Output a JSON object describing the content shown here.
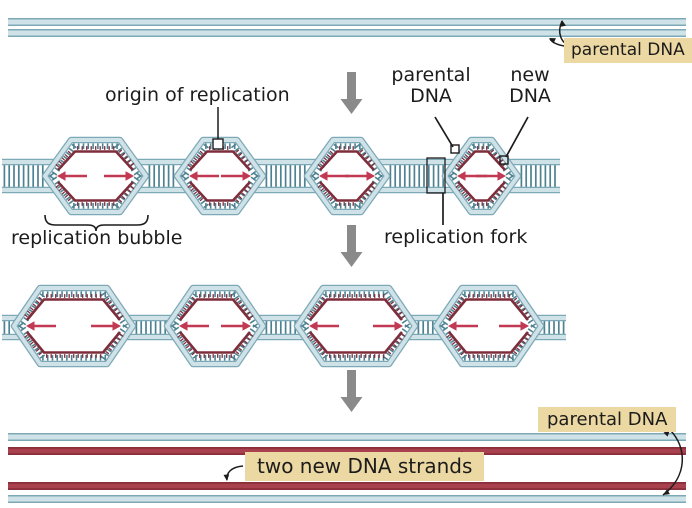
{
  "labels": {
    "parental_dna_top": "parental DNA",
    "origin_of_replication": "origin of replication",
    "parental_dna_callout": "parental DNA",
    "new_dna_callout": "new DNA",
    "replication_bubble": "replication bubble",
    "replication_fork": "replication fork",
    "two_new_dna_strands": "two new DNA strands",
    "parental_dna_bottom": "parental DNA"
  },
  "colors": {
    "strand_blue_fill": "#cfe2e8",
    "strand_blue_edge": "#7da9b7",
    "rung_teal": "#4e8292",
    "new_strand_red": "#7e2d3b",
    "new_strand_band_edge": "#8a2e3b",
    "new_strand_band_fill": "#a8404d",
    "arrow_red": "#c13952",
    "label_bg_tan": "#ecd8a2",
    "step_arrow_gray": "#8a8a8a",
    "annotation_black": "#1c1c1c"
  }
}
